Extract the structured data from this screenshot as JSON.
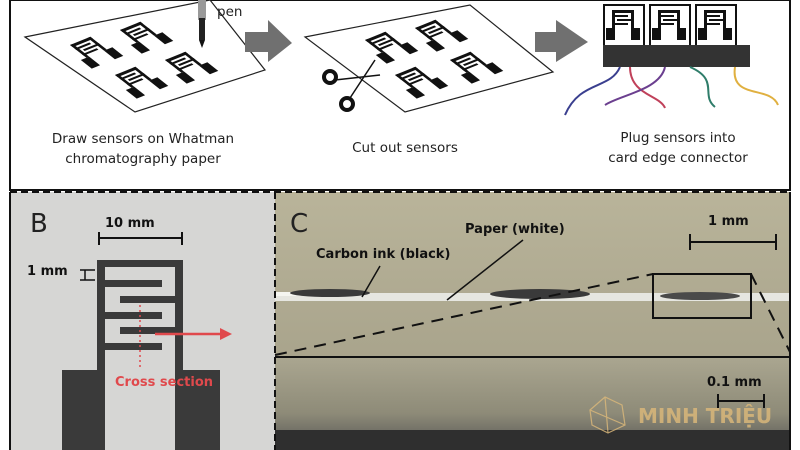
{
  "panel_a": {
    "pen_label": "pen",
    "steps": [
      {
        "line1": "Draw sensors on Whatman",
        "line2": "chromatography paper"
      },
      {
        "line1": "Cut out sensors",
        "line2": ""
      },
      {
        "line1": "Plug sensors into",
        "line2": "card edge connector"
      }
    ],
    "wire_colors": [
      "#3a3f8f",
      "#c0415a",
      "#6b3f8f",
      "#2f7d6a",
      "#e0b040"
    ]
  },
  "panel_b": {
    "letter": "B",
    "scale_10mm": "10 mm",
    "scale_1mm": "1 mm",
    "cross_section": "Cross section",
    "accent": "#e0494c"
  },
  "panel_c": {
    "letter": "C",
    "carbon_label": "Carbon ink (black)",
    "paper_label": "Paper (white)",
    "scale_top": "1 mm",
    "scale_bottom": "0.1 mm"
  },
  "watermark": "MINH TRIỆU"
}
